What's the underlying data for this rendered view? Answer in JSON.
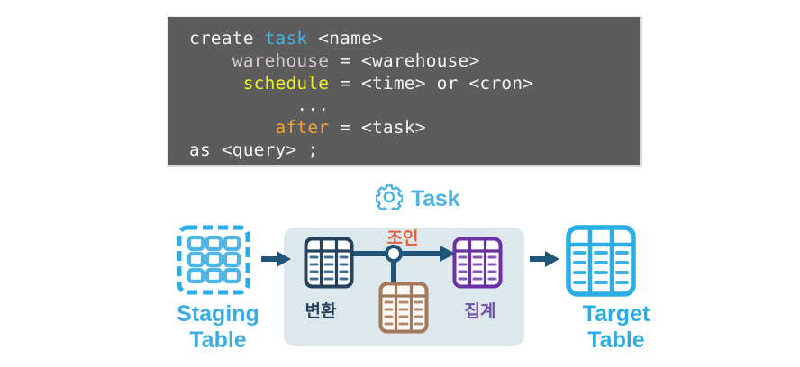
{
  "code_block": {
    "background": "#5c5c5c",
    "lines": [
      {
        "indent": 0,
        "tokens": [
          {
            "t": "create ",
            "c": "plain"
          },
          {
            "t": "task",
            "c": "task"
          },
          {
            "t": " <name>",
            "c": "plain"
          }
        ]
      },
      {
        "indent": 4,
        "tokens": [
          {
            "t": "warehouse",
            "c": "wh"
          },
          {
            "t": " = <warehouse>",
            "c": "plain"
          }
        ]
      },
      {
        "indent": 5,
        "tokens": [
          {
            "t": "schedule",
            "c": "sched"
          },
          {
            "t": " = <time> or <cron>",
            "c": "plain"
          }
        ]
      },
      {
        "indent": 10,
        "tokens": [
          {
            "t": "...",
            "c": "plain"
          }
        ]
      },
      {
        "indent": 8,
        "tokens": [
          {
            "t": "after",
            "c": "after"
          },
          {
            "t": " = <task>",
            "c": "plain"
          }
        ]
      },
      {
        "indent": 0,
        "tokens": [
          {
            "t": "as <query> ;",
            "c": "plain"
          }
        ]
      }
    ],
    "plain_text": "create task <name>\n    warehouse = <warehouse>\n     schedule = <time> or <cron>\n          ...\n        after = <task>\nas <query> ;",
    "colors": {
      "plain": "#f2f2f2",
      "task": "#49b3e0",
      "warehouse": "#d8c7d8",
      "schedule": "#eeee22",
      "after": "#f0a33c"
    }
  },
  "diagram": {
    "task_header": {
      "icon": "gear-icon",
      "label": "Task",
      "color": "#4cb3e4"
    },
    "staging": {
      "icon": "dashed-grid-table-icon",
      "label_line1": "Staging",
      "label_line2": "Table",
      "color": "#3aade4"
    },
    "target": {
      "icon": "table-icon",
      "label_line1": "Target",
      "label_line2": "Table",
      "color": "#29ade4"
    },
    "panel": {
      "background": "#dde8ec",
      "nodes": [
        {
          "id": "transform",
          "label": "변환",
          "icon": "table-icon",
          "color": "#26435c"
        },
        {
          "id": "join",
          "label": "조인",
          "icon": "table-icon",
          "color": "#e2603a",
          "table_color": "#a3785c"
        },
        {
          "id": "aggregate",
          "label": "집계",
          "icon": "table-icon",
          "color": "#6d4fa3"
        }
      ]
    },
    "arrows": {
      "in": "arrow-right",
      "out": "arrow-right",
      "color": "#1f5579"
    }
  }
}
